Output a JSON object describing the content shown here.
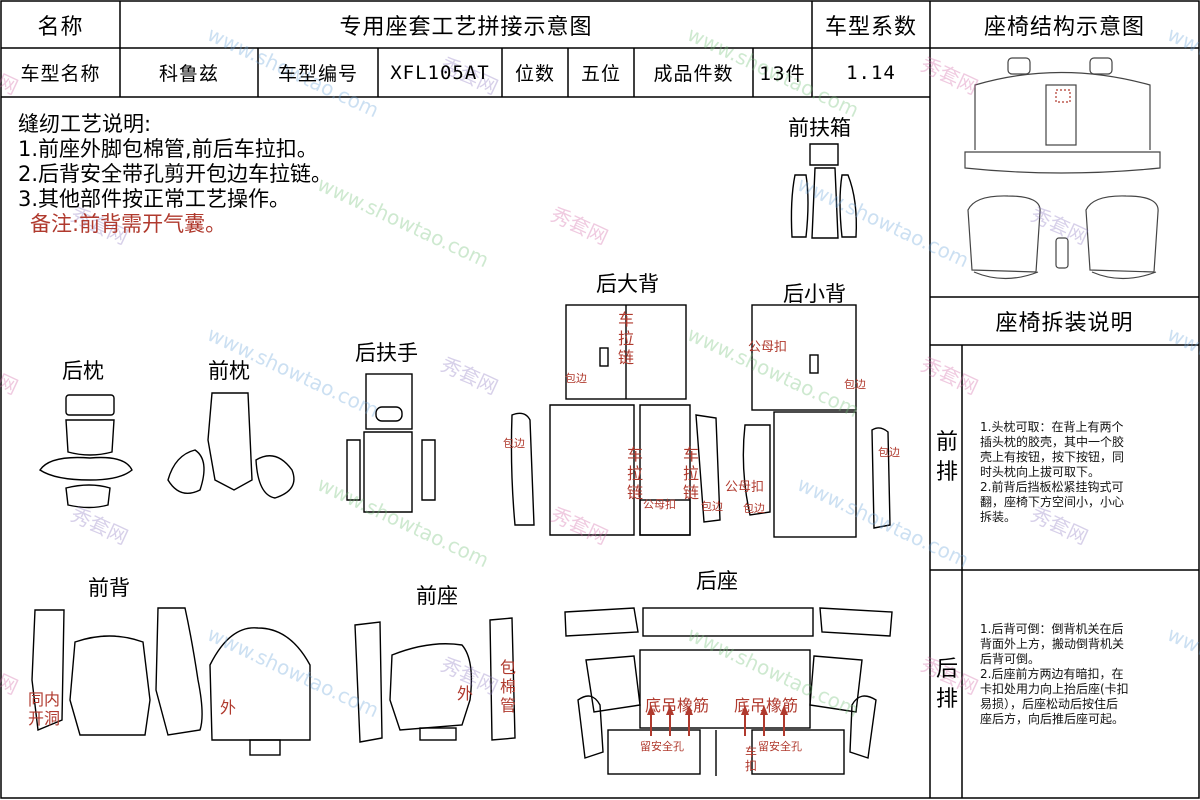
{
  "header": {
    "name_label": "名称",
    "title": "专用座套工艺拼接示意图",
    "coef_label": "车型系数",
    "structure_title": "座椅结构示意图",
    "model_name_label": "车型名称",
    "model_name": "科鲁兹",
    "model_code_label": "车型编号",
    "model_code": "XFL105AT",
    "seats_label": "位数",
    "seats": "五位",
    "pieces_label": "成品件数",
    "pieces": "13件",
    "coef_value": "1.14"
  },
  "notes": {
    "title": "缝纫工艺说明:",
    "items": [
      "1.前座外脚包棉管,前后车拉扣。",
      "2.后背安全带孔剪开包边车拉链。",
      "3.其他部件按正常工艺操作。"
    ],
    "remark": "备注:前背需开气囊。"
  },
  "parts": {
    "front_armrest_box": "前扶箱",
    "rear_big_back": "后大背",
    "rear_small_back": "后小背",
    "rear_pillow": "后枕",
    "front_pillow": "前枕",
    "rear_armrest": "后扶手",
    "front_back": "前背",
    "front_seat": "前座",
    "rear_seat": "后座"
  },
  "annotations": {
    "zipper": "车拉链",
    "snap": "公母扣",
    "binding": "包边",
    "same_as_inner": "同内",
    "open_hole": "开洞",
    "outer": "外",
    "cotton_tube": "包棉管",
    "bottom_band": "底吊橡筋",
    "seatbelt_hole": "留安全孔",
    "car_snap": "车扣"
  },
  "side_panel": {
    "disassembly_title": "座椅拆装说明",
    "front_row_label": "前排",
    "front_row_text": [
      "1.头枕可取：在背上有两个",
      "插头枕的胶壳，其中一个胶",
      "壳上有按钮，按下按钮，同",
      "时头枕向上拔可取下。",
      "2.前背后挡板松紧挂钩式可",
      "翻，座椅下方空间小，小心",
      "拆装。"
    ],
    "rear_row_label": "后排",
    "rear_row_text": [
      "1.后背可倒：倒背机关在后",
      "背面外上方，搬动倒背机关",
      "后背可倒。",
      "2.后座前方两边有暗扣，在",
      "卡扣处用力向上抬后座(卡扣",
      "易损），后座松动后按住后",
      "座后方，向后推后座可起。"
    ]
  },
  "watermark": {
    "cn": "秀套网",
    "url": "www.showtao.com"
  },
  "colors": {
    "annotation": "#b03a2e",
    "line": "#000000",
    "watermark": "#d46ba8"
  }
}
